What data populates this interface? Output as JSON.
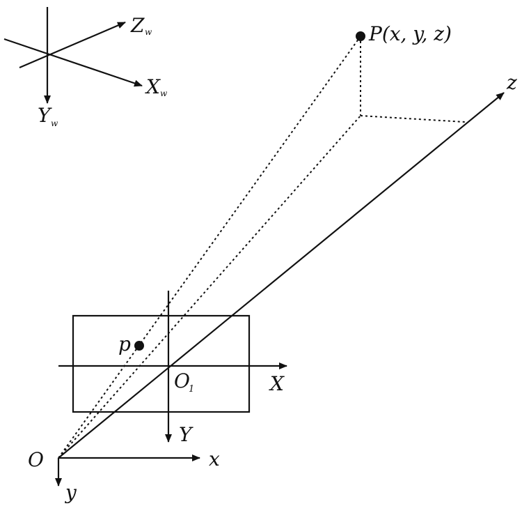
{
  "world_axes": {
    "z_label": "Z",
    "z_sub": "w",
    "x_label": "X",
    "x_sub": "w",
    "y_label": "Y",
    "y_sub": "w"
  },
  "point_P": {
    "label": "P(x, y, z)"
  },
  "camera_axes": {
    "z_label": "z",
    "x_label": "x",
    "y_label": "y",
    "origin_label": "O"
  },
  "image_plane": {
    "point_label": "p",
    "origin_label": "O",
    "origin_sub": "1",
    "x_label": "X",
    "y_label": "Y"
  },
  "colors": {
    "ink": "#111111",
    "background": "#ffffff"
  }
}
